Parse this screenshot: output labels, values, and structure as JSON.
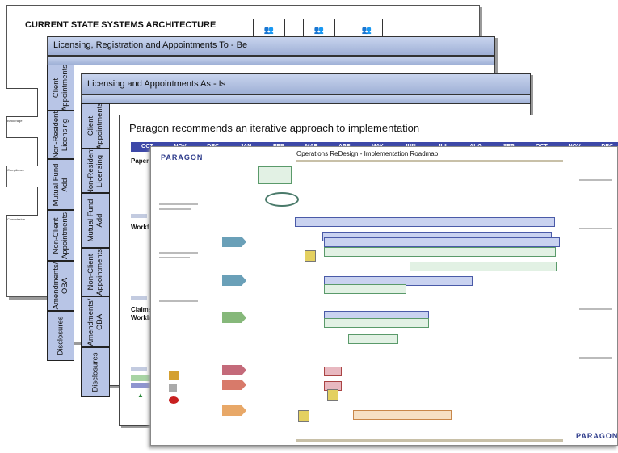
{
  "sheet1": {
    "title": "CURRENT STATE SYSTEMS ARCHITECTURE",
    "side_labels": [
      "Brokerage",
      "Compliance",
      "Commission"
    ]
  },
  "sheet2": {
    "title": "Licensing, Registration and Appointments To - Be",
    "tabs": [
      "Client\nAppointments",
      "Non-Resident\nLicensing",
      "Mutual Fund\nAdd",
      "Non-Client\nAppointments",
      "Amendments/\nOBA",
      "Disclosures"
    ]
  },
  "sheet3": {
    "title": "Licensing and Appointments As - Is",
    "tabs": [
      "Client\nAppointments",
      "Non-Resident\nLicensing",
      "Mutual Fund\nAdd",
      "Non-Client\nAppointments",
      "Amendments/\nOBA",
      "Disclosures"
    ]
  },
  "sheet4": {
    "title": "Paragon recommends an iterative approach to implementation",
    "months": [
      "OCT",
      "NOV",
      "DEC",
      "JAN",
      "FEB",
      "MAR",
      "APR",
      "MAY",
      "JUN",
      "JUL",
      "AUG",
      "SEP",
      "OCT",
      "NOV",
      "DEC"
    ],
    "row_labels": [
      "Paper",
      "Workf",
      "Claims\nWorkb"
    ]
  },
  "sheet5": {
    "title": "Operations ReDesign - Implementation Roadmap",
    "logo": "PARAGON"
  },
  "colors": {
    "accent": "#3d48a8",
    "tab": "#b8c5e6"
  }
}
